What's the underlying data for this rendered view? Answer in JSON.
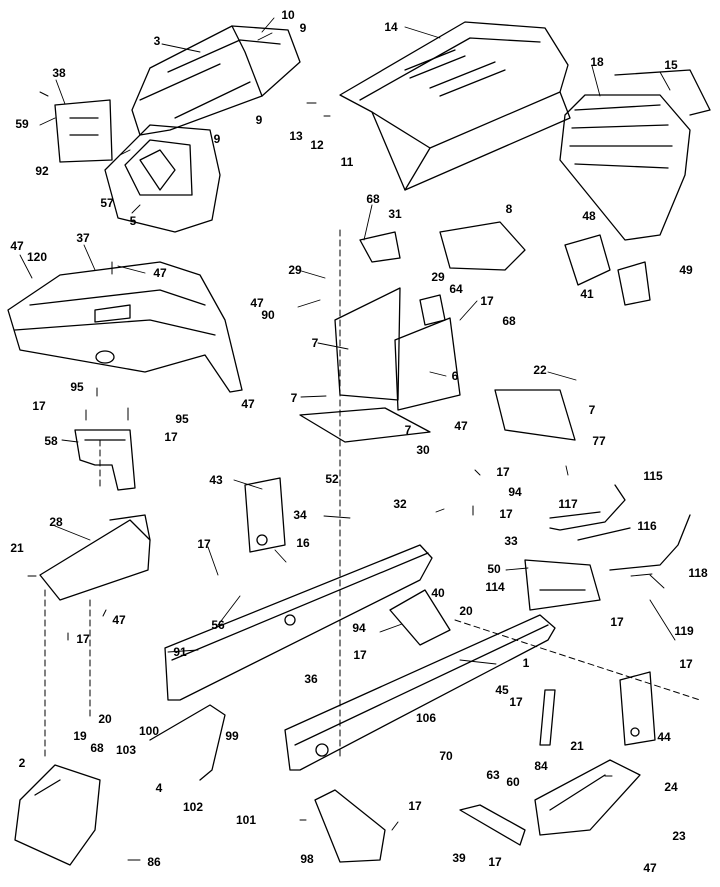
{
  "diagram": {
    "type": "exploded parts diagram",
    "callouts": [
      {
        "id": "c01",
        "text": "10"
      },
      {
        "id": "c02",
        "text": "9"
      },
      {
        "id": "c03",
        "text": "3"
      },
      {
        "id": "c04",
        "text": "14"
      },
      {
        "id": "c05",
        "text": "18"
      },
      {
        "id": "c06",
        "text": "15"
      },
      {
        "id": "c07",
        "text": "38"
      },
      {
        "id": "c08",
        "text": "59"
      },
      {
        "id": "c09",
        "text": "92"
      },
      {
        "id": "c10",
        "text": "9"
      },
      {
        "id": "c11",
        "text": "9"
      },
      {
        "id": "c12",
        "text": "13"
      },
      {
        "id": "c13",
        "text": "12"
      },
      {
        "id": "c14",
        "text": "11"
      },
      {
        "id": "c15",
        "text": "57"
      },
      {
        "id": "c16",
        "text": "5"
      },
      {
        "id": "c17",
        "text": "47"
      },
      {
        "id": "c18",
        "text": "120"
      },
      {
        "id": "c19",
        "text": "37"
      },
      {
        "id": "c20",
        "text": "47"
      },
      {
        "id": "c21",
        "text": "68"
      },
      {
        "id": "c22",
        "text": "31"
      },
      {
        "id": "c23",
        "text": "8"
      },
      {
        "id": "c24",
        "text": "48"
      },
      {
        "id": "c25",
        "text": "41"
      },
      {
        "id": "c26",
        "text": "49"
      },
      {
        "id": "c27",
        "text": "29"
      },
      {
        "id": "c28",
        "text": "47"
      },
      {
        "id": "c29",
        "text": "90"
      },
      {
        "id": "c30",
        "text": "29"
      },
      {
        "id": "c31",
        "text": "64"
      },
      {
        "id": "c32",
        "text": "17"
      },
      {
        "id": "c33",
        "text": "68"
      },
      {
        "id": "c34",
        "text": "7"
      },
      {
        "id": "c35",
        "text": "6"
      },
      {
        "id": "c36",
        "text": "95"
      },
      {
        "id": "c37",
        "text": "47"
      },
      {
        "id": "c38",
        "text": "17"
      },
      {
        "id": "c39",
        "text": "95"
      },
      {
        "id": "c40",
        "text": "7"
      },
      {
        "id": "c41",
        "text": "47"
      },
      {
        "id": "c42",
        "text": "22"
      },
      {
        "id": "c43",
        "text": "7"
      },
      {
        "id": "c44",
        "text": "58"
      },
      {
        "id": "c45",
        "text": "17"
      },
      {
        "id": "c46",
        "text": "7"
      },
      {
        "id": "c47",
        "text": "30"
      },
      {
        "id": "c48",
        "text": "77"
      },
      {
        "id": "c49",
        "text": "43"
      },
      {
        "id": "c50",
        "text": "52"
      },
      {
        "id": "c51",
        "text": "17"
      },
      {
        "id": "c52",
        "text": "94"
      },
      {
        "id": "c53",
        "text": "115"
      },
      {
        "id": "c54",
        "text": "34"
      },
      {
        "id": "c55",
        "text": "32"
      },
      {
        "id": "c56",
        "text": "17"
      },
      {
        "id": "c57",
        "text": "117"
      },
      {
        "id": "c58",
        "text": "28"
      },
      {
        "id": "c59",
        "text": "33"
      },
      {
        "id": "c60",
        "text": "116"
      },
      {
        "id": "c61",
        "text": "21"
      },
      {
        "id": "c62",
        "text": "17"
      },
      {
        "id": "c63",
        "text": "16"
      },
      {
        "id": "c64",
        "text": "50"
      },
      {
        "id": "c65",
        "text": "118"
      },
      {
        "id": "c66",
        "text": "56"
      },
      {
        "id": "c67",
        "text": "114"
      },
      {
        "id": "c68",
        "text": "40"
      },
      {
        "id": "c69",
        "text": "20"
      },
      {
        "id": "c70",
        "text": "47"
      },
      {
        "id": "c71",
        "text": "17"
      },
      {
        "id": "c72",
        "text": "91"
      },
      {
        "id": "c73",
        "text": "94"
      },
      {
        "id": "c74",
        "text": "17"
      },
      {
        "id": "c75",
        "text": "119"
      },
      {
        "id": "c76",
        "text": "17"
      },
      {
        "id": "c77",
        "text": "1"
      },
      {
        "id": "c78",
        "text": "36"
      },
      {
        "id": "c79",
        "text": "17"
      },
      {
        "id": "c80",
        "text": "45"
      },
      {
        "id": "c81",
        "text": "20"
      },
      {
        "id": "c82",
        "text": "17"
      },
      {
        "id": "c83",
        "text": "19"
      },
      {
        "id": "c84",
        "text": "106"
      },
      {
        "id": "c85",
        "text": "44"
      },
      {
        "id": "c86",
        "text": "100"
      },
      {
        "id": "c87",
        "text": "99"
      },
      {
        "id": "c88",
        "text": "70"
      },
      {
        "id": "c89",
        "text": "21"
      },
      {
        "id": "c90",
        "text": "68"
      },
      {
        "id": "c91",
        "text": "103"
      },
      {
        "id": "c92",
        "text": "2"
      },
      {
        "id": "c93",
        "text": "63"
      },
      {
        "id": "c94",
        "text": "60"
      },
      {
        "id": "c95",
        "text": "84"
      },
      {
        "id": "c96",
        "text": "4"
      },
      {
        "id": "c97",
        "text": "102"
      },
      {
        "id": "c98",
        "text": "24"
      },
      {
        "id": "c99",
        "text": "101"
      },
      {
        "id": "c100",
        "text": "17"
      },
      {
        "id": "c101",
        "text": "23"
      },
      {
        "id": "c102",
        "text": "98"
      },
      {
        "id": "c103",
        "text": "39"
      },
      {
        "id": "c104",
        "text": "17"
      },
      {
        "id": "c105",
        "text": "86"
      },
      {
        "id": "c106",
        "text": "47"
      }
    ]
  }
}
